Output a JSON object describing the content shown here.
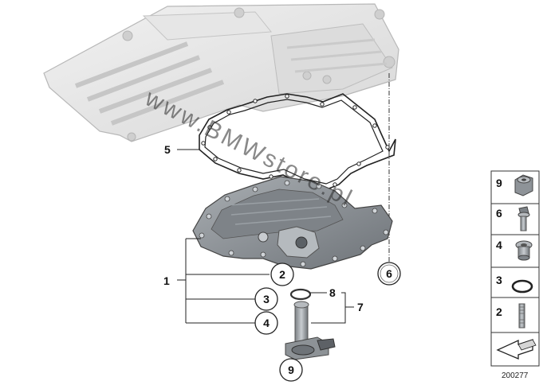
{
  "watermark": "www.BMWstore.pl",
  "drawing_number": "200277",
  "callouts": {
    "c1": "1",
    "c2": "2",
    "c3": "3",
    "c4": "4",
    "c5": "5",
    "c6": "6",
    "c7": "7",
    "c8": "8",
    "c9": "9"
  },
  "legend": {
    "items": [
      {
        "number": "9",
        "icon": "flange-nut-icon"
      },
      {
        "number": "6",
        "icon": "flange-bolt-icon"
      },
      {
        "number": "4",
        "icon": "drain-plug-icon"
      },
      {
        "number": "3",
        "icon": "o-ring-icon"
      },
      {
        "number": "2",
        "icon": "stud-bolt-icon"
      },
      {
        "number": "",
        "icon": "arrow-icon"
      }
    ]
  }
}
